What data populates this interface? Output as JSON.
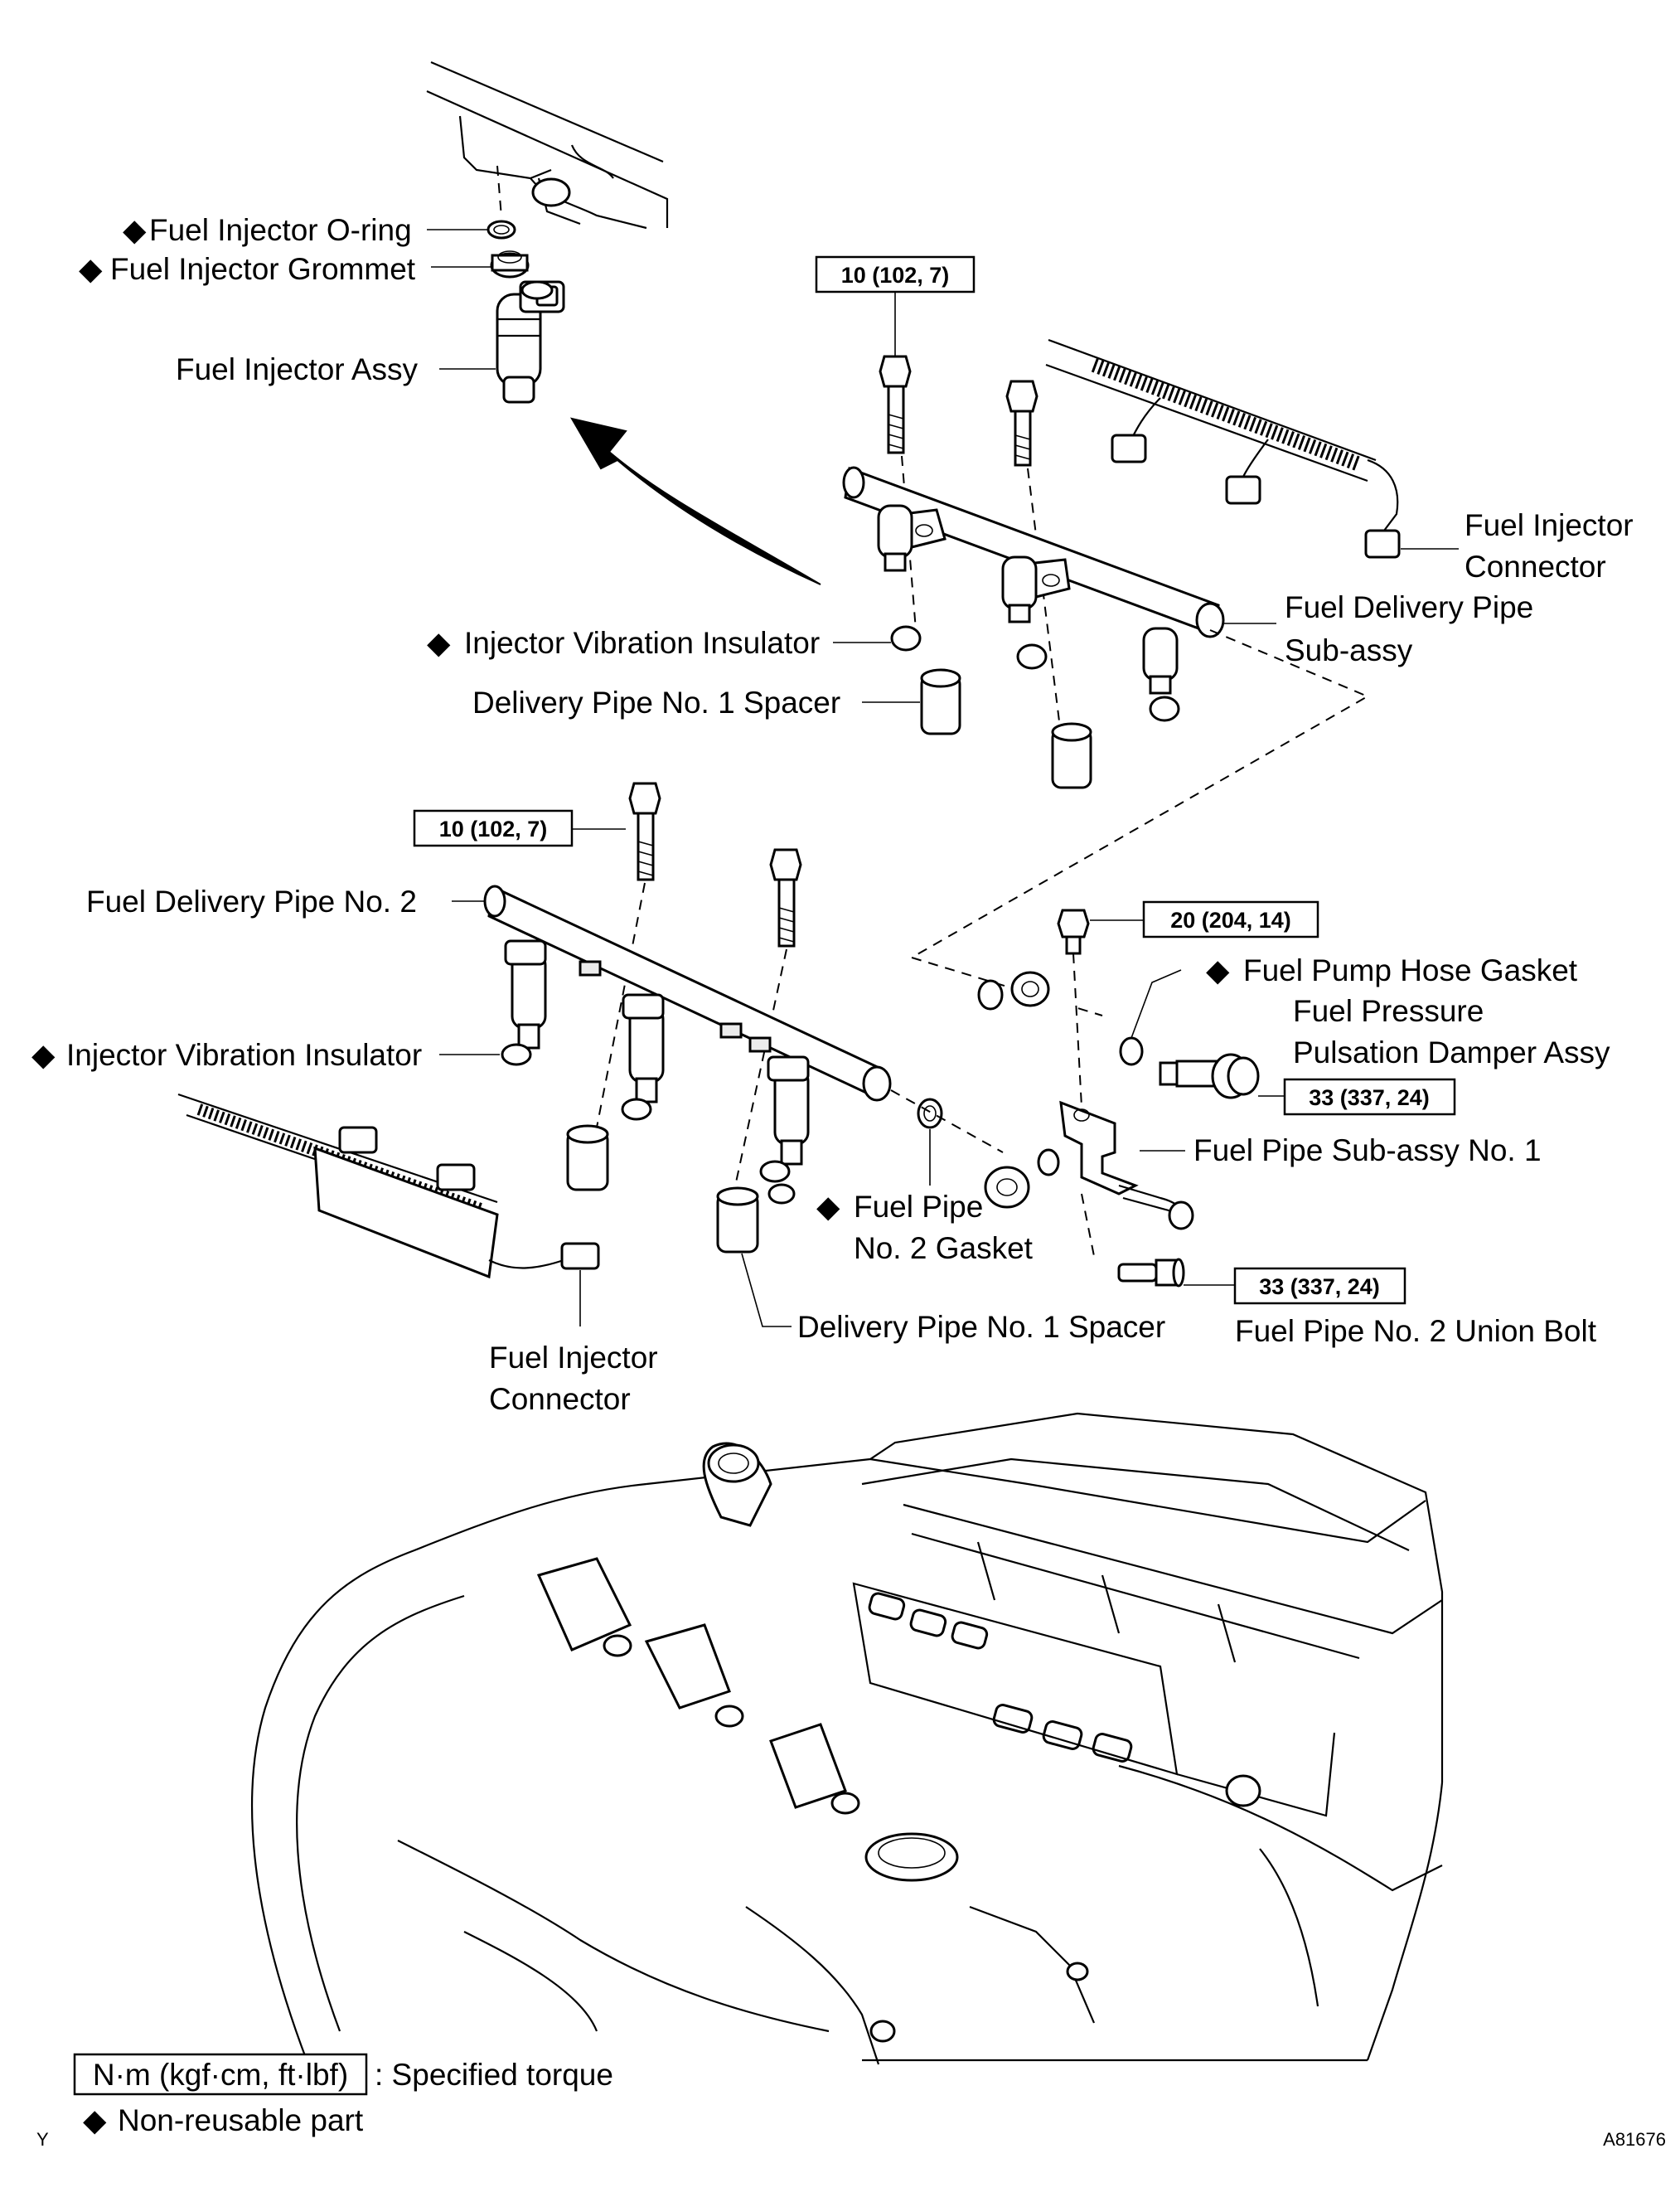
{
  "labels": {
    "injector_oring": "Fuel Injector O-ring",
    "injector_grommet": "Fuel Injector Grommet",
    "injector_assy": "Fuel Injector Assy",
    "injector_connector_top_1": "Fuel Injector",
    "injector_connector_top_2": "Connector",
    "delivery_pipe_subassy_1": "Fuel Delivery Pipe",
    "delivery_pipe_subassy_2": "Sub-assy",
    "vibration_insulator_top": "Injector Vibration Insulator",
    "spacer_top": "Delivery Pipe No. 1 Spacer",
    "delivery_pipe_no2": "Fuel Delivery Pipe No. 2",
    "vibration_insulator_left": "Injector Vibration Insulator",
    "pump_hose_gasket": "Fuel Pump Hose Gasket",
    "pulsation_damper_1": "Fuel Pressure",
    "pulsation_damper_2": "Pulsation Damper Assy",
    "fuel_pipe_subassy": "Fuel Pipe Sub-assy No. 1",
    "pipe_gasket_1": "Fuel Pipe",
    "pipe_gasket_2": "No. 2 Gasket",
    "spacer_bottom": "Delivery Pipe No. 1 Spacer",
    "union_bolt": "Fuel Pipe No. 2 Union Bolt",
    "injector_connector_bottom_1": "Fuel Injector",
    "injector_connector_bottom_2": "Connector"
  },
  "torques": {
    "top": "10 (102, 7)",
    "left": "10 (102, 7)",
    "fuel_pipe": "20 (204, 14)",
    "damper": "33 (337, 24)",
    "union": "33 (337, 24)"
  },
  "legend": {
    "torque_unit": "N·m (kgf·cm, ft·lbf)",
    "torque_desc": ": Specified torque",
    "non_reusable": "Non-reusable part"
  },
  "corner_mark": "Y",
  "figure_id": "A81676",
  "symbols": {
    "non_reusable": "◆"
  }
}
